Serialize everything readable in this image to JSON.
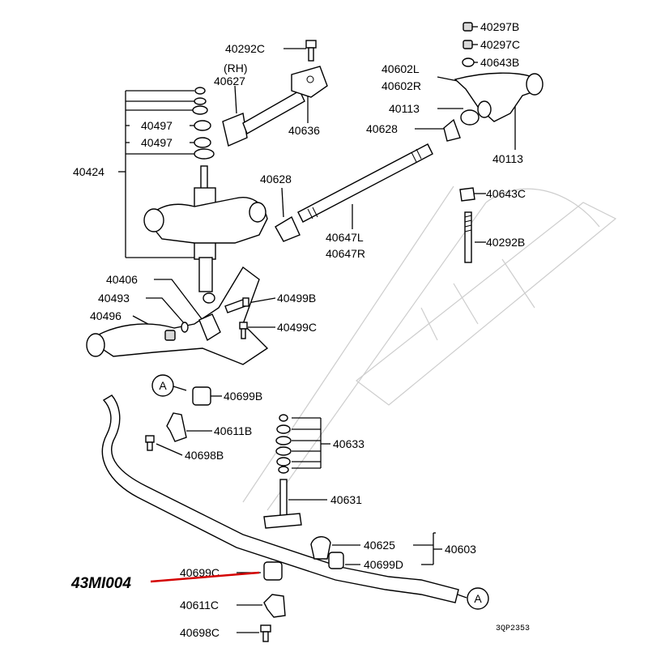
{
  "labels": {
    "p40292C": "40292C",
    "rh": "(RH)",
    "p40627": "40627",
    "p40636": "40636",
    "p40297B": "40297B",
    "p40297C": "40297C",
    "p40643B": "40643B",
    "p40602L": "40602L",
    "p40602R": "40602R",
    "p40113a": "40113",
    "p40628a": "40628",
    "p40113b": "40113",
    "p40497a": "40497",
    "p40497b": "40497",
    "p40424": "40424",
    "p40628b": "40628",
    "p40643C": "40643C",
    "p40647L": "40647L",
    "p40647R": "40647R",
    "p40292B": "40292B",
    "p40406": "40406",
    "p40493": "40493",
    "p40496": "40496",
    "p40499B": "40499B",
    "p40499C": "40499C",
    "p40699B": "40699B",
    "p40611B": "40611B",
    "p40698B": "40698B",
    "p40633": "40633",
    "p40631": "40631",
    "p40625": "40625",
    "p40603": "40603",
    "p40699D": "40699D",
    "p40699C": "40699C",
    "p40611C": "40611C",
    "p40698C": "40698C",
    "highlight": "43MI004",
    "figure_code": "3QP2353",
    "ref_a_top": "A",
    "ref_a_bottom": "A"
  },
  "colors": {
    "highlight_line": "#d40000",
    "watermark": "#c8c8c8"
  }
}
